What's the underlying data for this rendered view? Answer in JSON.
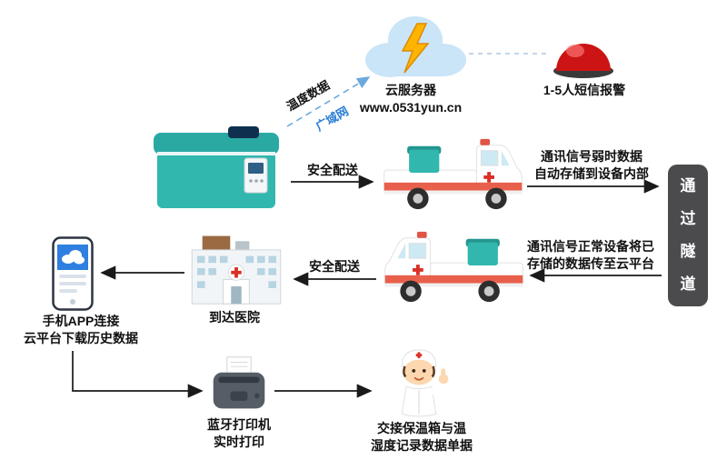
{
  "cloud": {
    "title": "云服务器",
    "url": "www.0531yun.cn"
  },
  "alarm": {
    "label": "1-5人短信报警"
  },
  "uplink": {
    "data_label": "温度数据",
    "network_label": "广域网"
  },
  "flow": {
    "delivery1": "安全配送",
    "weak1": "通讯信号弱时数据",
    "weak2": "自动存储到设备内部",
    "tunnel": "通过隧道",
    "normal1": "通讯信号正常设备将已",
    "normal2": "存储的数据传至云平台",
    "delivery2": "安全配送",
    "hospital": "到达医院",
    "phone1": "手机APP连接",
    "phone2": "云平台下载历史数据",
    "printer1": "蓝牙打印机",
    "printer2": "实时打印",
    "doctor1": "交接保温箱与温",
    "doctor2": "湿度记录数据单据"
  },
  "colors": {
    "cooler_teal": "#31b7ae",
    "alarm_red": "#cc1414",
    "stripe_red": "#e8604c",
    "link_blue": "#2b7fd4",
    "tunnel_gray": "#4b4b4d"
  }
}
